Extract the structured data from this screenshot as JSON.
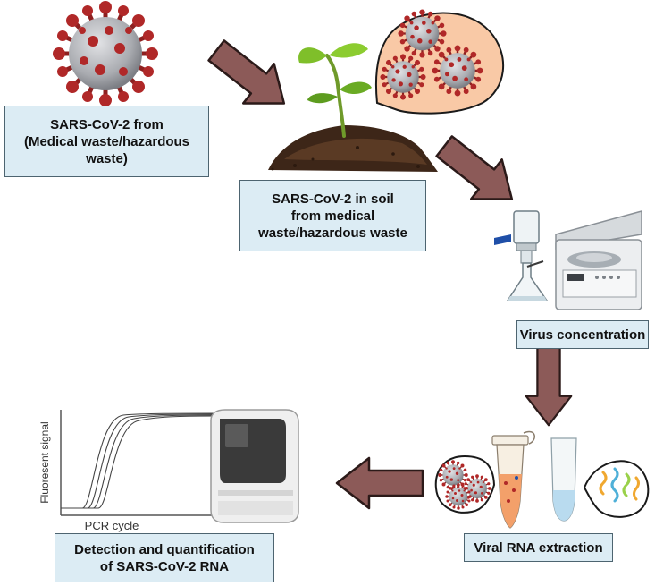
{
  "labels": {
    "source": [
      "SARS-CoV-2 from",
      "(Medical waste/hazardous",
      "waste)"
    ],
    "soil": [
      "SARS-CoV-2 in soil",
      "from medical",
      "waste/hazardous waste"
    ],
    "concentration": [
      "Virus concentration"
    ],
    "extraction": [
      "Viral RNA extraction"
    ],
    "detection": [
      "Detection and quantification",
      "of SARS-CoV-2 RNA"
    ]
  },
  "plot": {
    "xlabel": "PCR cycle",
    "ylabel": "Fluoresent signal"
  },
  "colors": {
    "arrow": "#8c5a58",
    "arrow_stroke": "#2b1a19",
    "label_fill": "#dcecf4",
    "label_border": "#4d6470",
    "virus_body": "#b0b2b6",
    "virus_spike": "#a82a2a",
    "speech_bubble": "#f9c9a6"
  },
  "icons": [
    "virus-icon",
    "plant-in-soil-icon",
    "filtration-flask-icon",
    "centrifuge-icon",
    "microtube-icon",
    "rna-strand-icon",
    "pcr-machine-icon"
  ]
}
